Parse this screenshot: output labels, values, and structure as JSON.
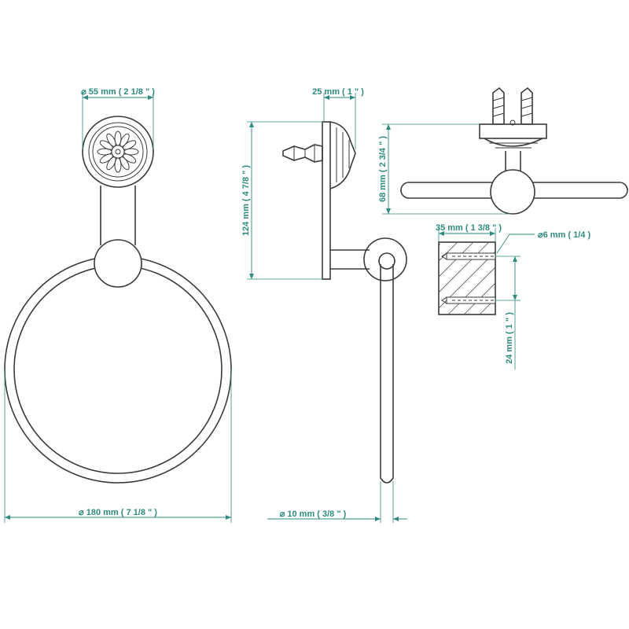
{
  "dimensions": {
    "rosette_diameter": "⌀ 55 mm ( 2 1/8 \" )",
    "depth": "25 mm ( 1 \" )",
    "height": "124 mm ( 4 7/8 \" )",
    "mount_height": "68 mm ( 2 3/4 \" )",
    "bracket_width": "35 mm ( 1 3/8 \" )",
    "screw_hole": "⌀6 mm ( 1/4 )",
    "hole_spacing": "24 mm ( 1 \" )",
    "ring_diameter": "⌀ 180 mm ( 7 1/8 \" )",
    "rod_diameter": "⌀ 10 mm ( 3/8 \" )"
  },
  "colors": {
    "dimension": "#2e8b7e",
    "line": "#3a3a3a"
  }
}
